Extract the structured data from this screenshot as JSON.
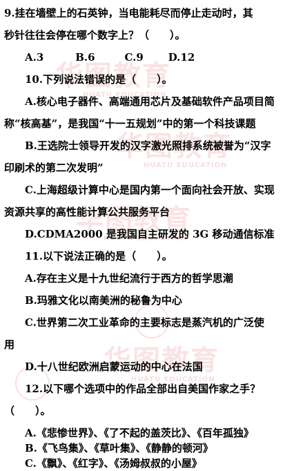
{
  "watermark": {
    "brand": "华图教育",
    "sub": "HUATU EDUCATION",
    "seal_year": "2001"
  },
  "q9": {
    "line1": "9.挂在墙壁上的石英钟，当电能耗尽而停止走动时，其",
    "line2": "秒针往往会停在哪个数字上？（　　）。",
    "options": [
      "A.3",
      "B.6",
      "C.9",
      "D.12"
    ]
  },
  "q10": {
    "stem": "10.下列说法错误的是（　　）。",
    "a1": "A.核心电子器件、高端通用芯片及基础软件产品项目简",
    "a2": "称“核高基”，是我国“十一五规划”中的第一个科技课题",
    "b1": "B.王选院士领导开发的汉字激光照排系统被誉为“汉字",
    "b2": "印刷术的第二次发明”",
    "c1": "C.上海超级计算中心是国内第一个面向社会开放、实现",
    "c2": "资源共享的高性能计算公共服务平台",
    "d1": "D.CDMA2000 是我国自主研发的 3G 移动通信标准"
  },
  "q11": {
    "stem": "11.以下说法正确的是（　　）。",
    "a": "A.存在主义是十九世纪流行于西方的哲学思潮",
    "b": "B.玛雅文化以南美洲的秘鲁为中心",
    "c1": "C.世界第二次工业革命的主要标志是蒸汽机的广泛使",
    "c2": "用",
    "d": "D.十八世纪欧洲启蒙运动的中心在法国"
  },
  "q12": {
    "stem1": "12.以下哪个选项中的作品全部出自美国作家之手？",
    "stem2": "（　　）。",
    "a": "A.《悲惨世界》、《了不起的盖茨比》、《百年孤独》",
    "b": "B.《飞鸟集》、《草叶集》、《静静的顿河》",
    "c": "C.《飘》、《红字》、《汤姆叔叔的小屋》"
  }
}
